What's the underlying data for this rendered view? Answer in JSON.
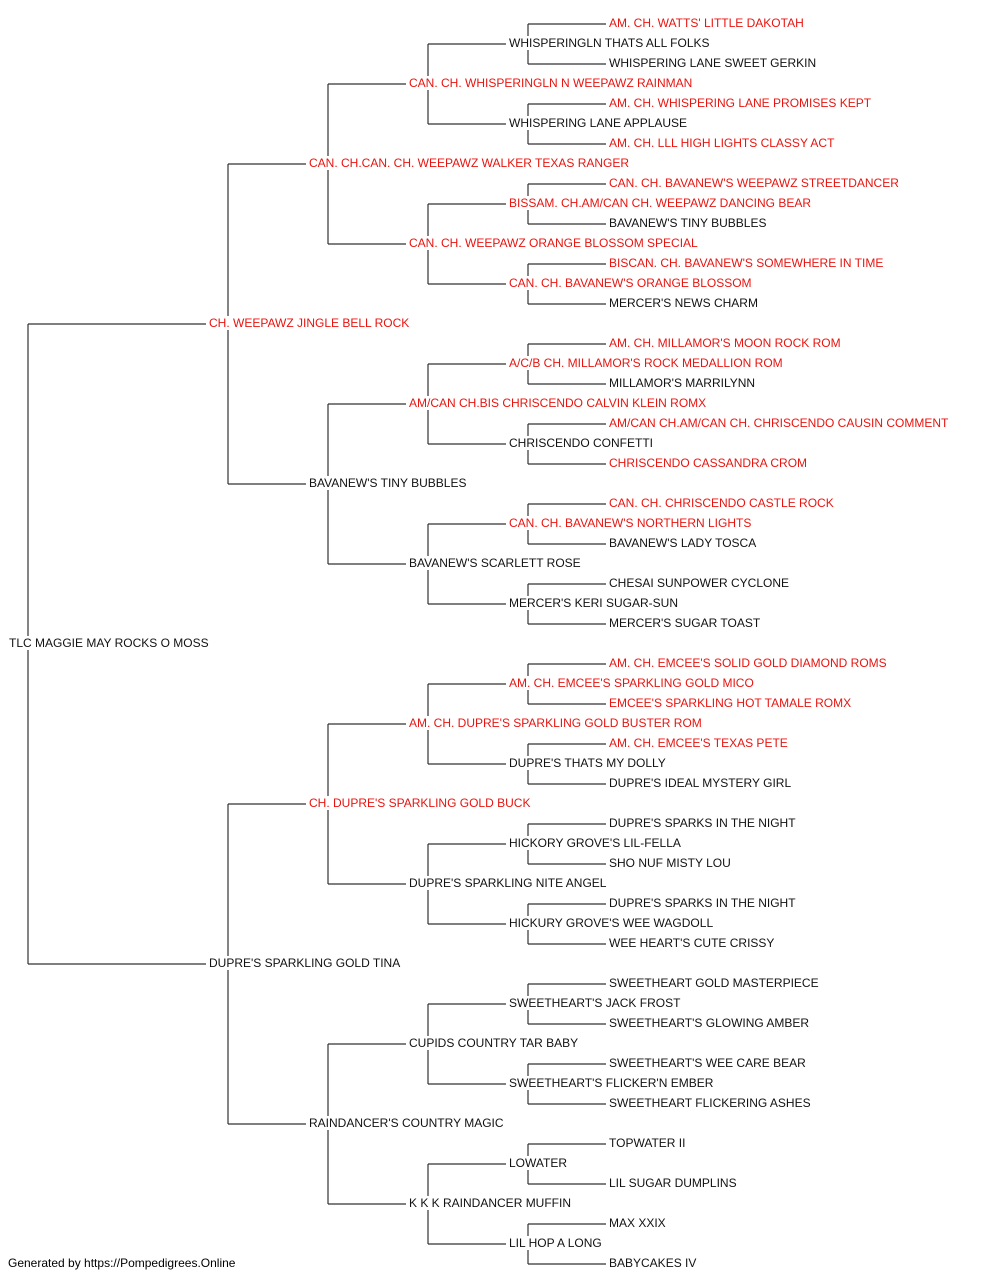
{
  "colors": {
    "champion": "#e8140f",
    "normal": "#111111",
    "connector": "#333333"
  },
  "subject": "TLC MAGGIE MAY ROCKS O MOSS",
  "footer": "Generated by https://Pompedigrees.Online",
  "generations": [
    [
      {
        "name": "CH. WEEPAWZ JINGLE BELL ROCK",
        "champion": true
      },
      {
        "name": "DUPRE'S SPARKLING GOLD TINA",
        "champion": false
      }
    ],
    [
      {
        "name": "CAN. CH.CAN. CH. WEEPAWZ WALKER TEXAS RANGER",
        "champion": true
      },
      {
        "name": "BAVANEW'S TINY BUBBLES",
        "champion": false
      },
      {
        "name": "CH. DUPRE'S SPARKLING GOLD BUCK",
        "champion": true
      },
      {
        "name": "RAINDANCER'S COUNTRY MAGIC",
        "champion": false
      }
    ],
    [
      {
        "name": "CAN. CH. WHISPERINGLN N WEEPAWZ RAINMAN",
        "champion": true
      },
      {
        "name": "CAN. CH. WEEPAWZ ORANGE BLOSSOM SPECIAL",
        "champion": true
      },
      {
        "name": "AM/CAN CH.BIS CHRISCENDO CALVIN KLEIN ROMX",
        "champion": true
      },
      {
        "name": "BAVANEW'S SCARLETT ROSE",
        "champion": false
      },
      {
        "name": "AM. CH. DUPRE'S SPARKLING GOLD BUSTER ROM",
        "champion": true
      },
      {
        "name": "DUPRE'S SPARKLING NITE ANGEL",
        "champion": false
      },
      {
        "name": "CUPIDS COUNTRY TAR BABY",
        "champion": false
      },
      {
        "name": "K K K RAINDANCER MUFFIN",
        "champion": false
      }
    ],
    [
      {
        "name": "WHISPERINGLN THATS ALL FOLKS",
        "champion": false
      },
      {
        "name": "WHISPERING LANE APPLAUSE",
        "champion": false
      },
      {
        "name": "BISSAM. CH.AM/CAN CH. WEEPAWZ DANCING BEAR",
        "champion": true
      },
      {
        "name": "CAN. CH. BAVANEW'S ORANGE BLOSSOM",
        "champion": true
      },
      {
        "name": "A/C/B CH. MILLAMOR'S ROCK MEDALLION ROM",
        "champion": true
      },
      {
        "name": "CHRISCENDO CONFETTI",
        "champion": false
      },
      {
        "name": "CAN. CH. BAVANEW'S NORTHERN LIGHTS",
        "champion": true
      },
      {
        "name": "MERCER'S KERI SUGAR-SUN",
        "champion": false
      },
      {
        "name": "AM. CH. EMCEE'S SPARKLING GOLD MICO",
        "champion": true
      },
      {
        "name": "DUPRE'S THATS MY DOLLY",
        "champion": false
      },
      {
        "name": "HICKORY GROVE'S LIL-FELLA",
        "champion": false
      },
      {
        "name": "HICKURY GROVE'S WEE WAGDOLL",
        "champion": false
      },
      {
        "name": "SWEETHEART'S JACK FROST",
        "champion": false
      },
      {
        "name": "SWEETHEART'S FLICKER'N EMBER",
        "champion": false
      },
      {
        "name": "LOWATER",
        "champion": false
      },
      {
        "name": "LIL HOP A LONG",
        "champion": false
      }
    ],
    [
      {
        "name": "AM. CH. WATTS' LITTLE DAKOTAH",
        "champion": true
      },
      {
        "name": "WHISPERING LANE SWEET GERKIN",
        "champion": false
      },
      {
        "name": "AM. CH. WHISPERING LANE PROMISES KEPT",
        "champion": true
      },
      {
        "name": "AM. CH. LLL HIGH LIGHTS CLASSY ACT",
        "champion": true
      },
      {
        "name": "CAN. CH. BAVANEW'S WEEPAWZ STREETDANCER",
        "champion": true
      },
      {
        "name": "BAVANEW'S TINY BUBBLES",
        "champion": false
      },
      {
        "name": "BISCAN. CH. BAVANEW'S SOMEWHERE IN TIME",
        "champion": true
      },
      {
        "name": "MERCER'S NEWS CHARM",
        "champion": false
      },
      {
        "name": "AM. CH. MILLAMOR'S MOON ROCK ROM",
        "champion": true
      },
      {
        "name": "MILLAMOR'S MARRILYNN",
        "champion": false
      },
      {
        "name": "AM/CAN CH.AM/CAN CH. CHRISCENDO CAUSIN COMMENT",
        "champion": true
      },
      {
        "name": "CHRISCENDO CASSANDRA CROM",
        "champion": true
      },
      {
        "name": "CAN. CH. CHRISCENDO CASTLE ROCK",
        "champion": true
      },
      {
        "name": "BAVANEW'S LADY TOSCA",
        "champion": false
      },
      {
        "name": "CHESAI SUNPOWER CYCLONE",
        "champion": false
      },
      {
        "name": "MERCER'S SUGAR TOAST",
        "champion": false
      },
      {
        "name": "AM. CH. EMCEE'S SOLID GOLD DIAMOND ROMS",
        "champion": true
      },
      {
        "name": "EMCEE'S SPARKLING HOT TAMALE ROMX",
        "champion": true
      },
      {
        "name": "AM. CH. EMCEE'S TEXAS PETE",
        "champion": true
      },
      {
        "name": "DUPRE'S IDEAL MYSTERY GIRL",
        "champion": false
      },
      {
        "name": "DUPRE'S SPARKS IN THE NIGHT",
        "champion": false
      },
      {
        "name": "SHO NUF MISTY LOU",
        "champion": false
      },
      {
        "name": "DUPRE'S SPARKS IN THE NIGHT",
        "champion": false
      },
      {
        "name": "WEE HEART'S CUTE CRISSY",
        "champion": false
      },
      {
        "name": "SWEETHEART GOLD MASTERPIECE",
        "champion": false
      },
      {
        "name": "SWEETHEART'S GLOWING AMBER",
        "champion": false
      },
      {
        "name": "SWEETHEART'S WEE CARE BEAR",
        "champion": false
      },
      {
        "name": "SWEETHEART FLICKERING ASHES",
        "champion": false
      },
      {
        "name": "TOPWATER II",
        "champion": false
      },
      {
        "name": "LIL SUGAR DUMPLINS",
        "champion": false
      },
      {
        "name": "MAX XXIX",
        "champion": false
      },
      {
        "name": "BABYCAKES IV",
        "champion": false
      }
    ]
  ]
}
